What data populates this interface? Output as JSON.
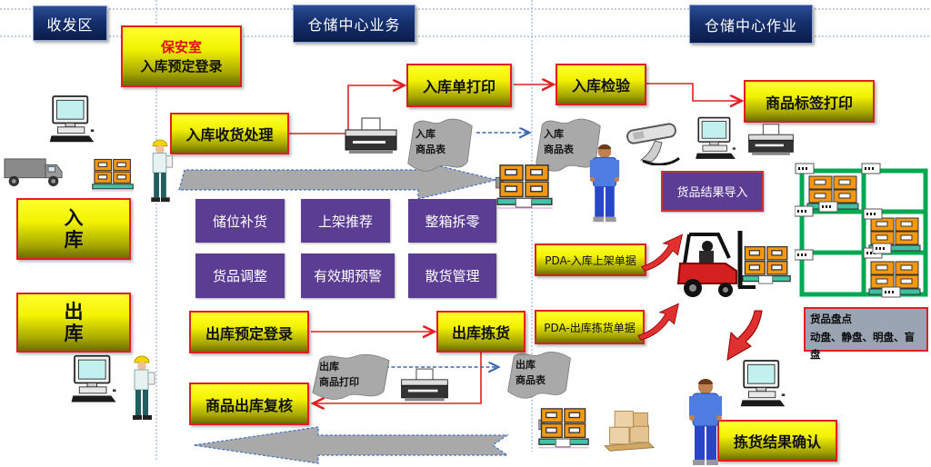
{
  "lanes": {
    "receiving_area": "收发区",
    "center_business": "仓储中心业务",
    "center_operations": "仓储中心作业"
  },
  "process": {
    "security_title": "保安室",
    "security_sub": "入库预定登录",
    "inbound_receive": "入库收货处理",
    "inbound_print": "入库单打印",
    "inbound_check": "入库检验",
    "label_print": "商品标签打印",
    "inbound_big": "入\n库",
    "outbound_big": "出\n库",
    "outbound_reserve": "出库预定登录",
    "outbound_pick": "出库拣货",
    "outbound_recheck": "商品出库复核",
    "pick_confirm": "拣货结果确认",
    "pda_inbound": "PDA-入库上架单据",
    "pda_outbound": "PDA-出库拣货单据"
  },
  "functions": {
    "slot_replenish": "储位补货",
    "shelving_suggest": "上架推荐",
    "case_breaking": "整箱拆零",
    "goods_adjust": "货品调整",
    "expiry_alert": "有效期预警",
    "bulk_mgmt": "散货管理",
    "result_import": "货品结果导入"
  },
  "documents": {
    "inbound_list_a": "入库\n商品表",
    "inbound_list_b": "入库\n商品表",
    "outbound_print": "出库\n商品打印",
    "outbound_list": "出库\n商品表"
  },
  "notes": {
    "stocktake": "货品盘点\n动盘、静盘、明盘、盲盘"
  },
  "icons": {
    "computer": "desktop-computer",
    "truck": "delivery-truck",
    "pallet": "pallet-with-boxes",
    "worker": "warehouse-worker-hardhat",
    "person": "worker-back-view",
    "printer": "printer",
    "scanner": "barcode-scanner",
    "forklift": "forklift",
    "rack": "green-storage-rack",
    "cartons": "carton-stack",
    "swoosh": "red-curved-arrow"
  },
  "colors": {
    "lane_header_bg": "#16306e",
    "process_box_top": "#ffff2e",
    "process_box_bottom": "#6e6e00",
    "process_border": "#e02020",
    "function_box_bg": "#5b3d94",
    "flow_arrow": "#e02020",
    "data_flow_arrow": "#3a66b0",
    "bulk_arrow_fill": "#a9a9a9",
    "document_bg": "#a9a9a9",
    "stocktake_bg": "#9aa4b2",
    "rack_green": "#00a84f",
    "pallet_orange": "#f5980f",
    "forklift_red": "#d42020"
  }
}
